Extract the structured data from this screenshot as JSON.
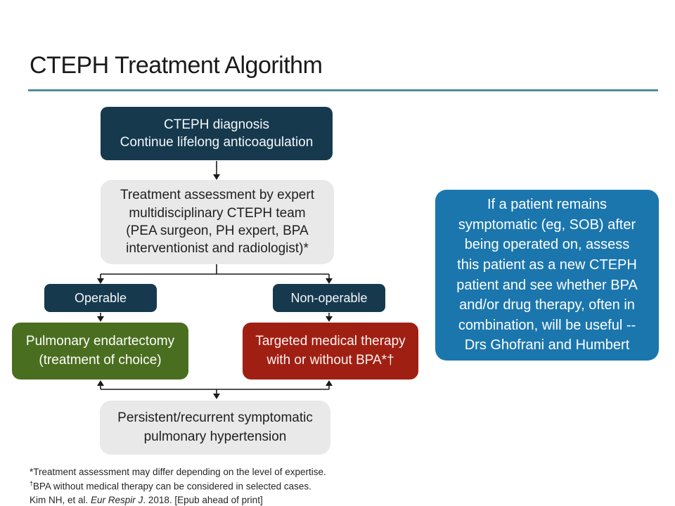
{
  "title": "CTEPH Treatment Algorithm",
  "colors": {
    "navy": "#17394e",
    "green": "#4a6e1f",
    "red": "#a01f13",
    "blue": "#1b76ad",
    "gray": "#e9e9e9",
    "rule_teal": "#558b9b",
    "arrow": "#1a1a1a"
  },
  "flowchart": {
    "diagnosis": {
      "line1": "CTEPH diagnosis",
      "line2": "Continue lifelong anticoagulation"
    },
    "assessment": {
      "text": "Treatment assessment by expert\nmultidisciplinary CTEPH team\n(PEA surgeon, PH expert, BPA\ninterventionist and radiologist)*"
    },
    "operable": {
      "label": "Operable"
    },
    "non_operable": {
      "label": "Non-operable"
    },
    "endarterectomy": {
      "line1": "Pulmonary endartectomy",
      "line2": "(treatment of choice)"
    },
    "medical_therapy": {
      "line1": "Targeted medical therapy",
      "line2": "with or without BPA*†"
    },
    "persistent": {
      "line1": "Persistent/recurrent symptomatic",
      "line2": "pulmonary hypertension"
    }
  },
  "callout": {
    "text": "If a patient remains\nsymptomatic (eg, SOB) after\nbeing operated on, assess\nthis patient as a new CTEPH\npatient and see whether BPA\nand/or drug therapy, often in\ncombination, will be useful --\nDrs Ghofrani and Humbert"
  },
  "footnotes": {
    "line1": "*Treatment assessment may differ depending on the level of expertise.",
    "line2_marker": "†",
    "line2_text": "BPA without medical therapy can be considered in selected cases.",
    "line3_pre": "Kim NH, et al. ",
    "line3_italic": "Eur Respir J",
    "line3_post": ". 2018. [Epub ahead of print]"
  }
}
